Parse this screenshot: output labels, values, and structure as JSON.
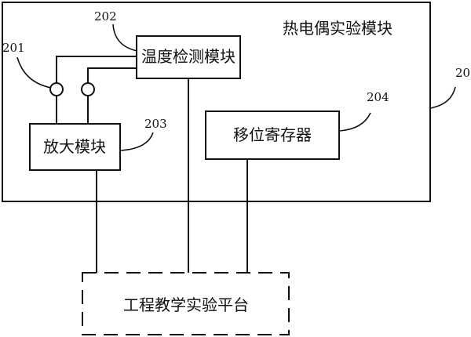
{
  "diagram": {
    "module_title": "热电偶实验模块",
    "outer_ref": "20",
    "temperature_module": "温度检测模块",
    "amplifier_module": "放大模块",
    "shift_register": "移位寄存器",
    "platform": "工程教学实验平台",
    "ref_201": "201",
    "ref_202": "202",
    "ref_203": "203",
    "ref_204": "204"
  }
}
